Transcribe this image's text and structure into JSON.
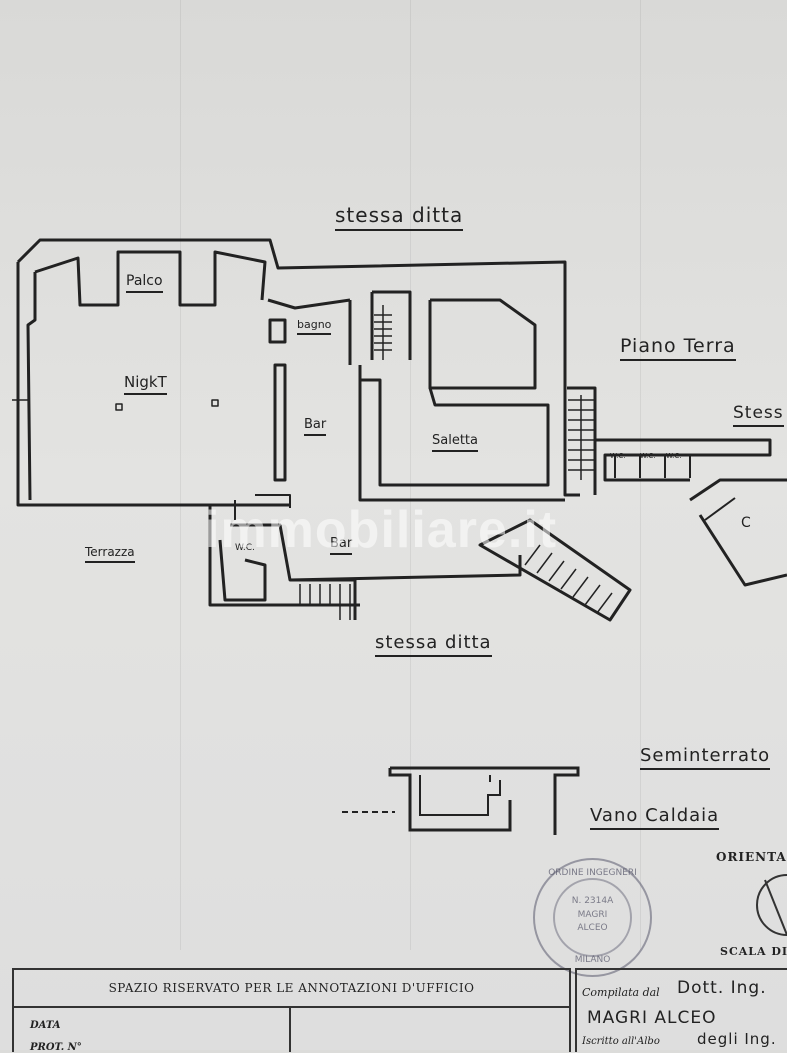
{
  "labels": {
    "top_neighbor": "stessa ditta",
    "bottom_neighbor": "stessa ditta",
    "right_neighbor": "Stess",
    "floor_ground": "Piano Terra",
    "floor_basement": "Seminterrato",
    "boiler_room": "Vano Caldaia"
  },
  "rooms": {
    "palco": "Palco",
    "night": "NigkT",
    "bagno": "bagno",
    "bar_upper": "Bar",
    "saletta": "Saletta",
    "wc_1": "W.C.",
    "wc_2": "W.C.",
    "wc_3": "W.C.",
    "c_room": "C",
    "terrazza": "Terrazza",
    "wc_lower": "W.C.",
    "bar_lower": "Bar"
  },
  "watermark": "immobiliare.it",
  "title_block": {
    "office_notes": "SPAZIO RISERVATO PER LE ANNOTAZIONI D'UFFICIO",
    "data_label": "DATA",
    "prot_label": "PROT. N°",
    "compiled_label": "Compilata dal",
    "compiled_by": "Dott. Ing.",
    "engineer_name": "MAGRI ALCEO",
    "registered_label": "Iscritto all'Albo",
    "registered_value": "degli Ing.",
    "orientation_label": "ORIENTA",
    "scale_label": "SCALA DI"
  },
  "stamp": {
    "outer_text": "ORDINE INGEGNERI",
    "number": "N. 2314A",
    "name_line1": "MAGRI",
    "name_line2": "ALCEO",
    "city": "MILANO"
  },
  "colors": {
    "paper": "#dcdcda",
    "ink": "#222222",
    "stamp": "#5a5a6e"
  }
}
